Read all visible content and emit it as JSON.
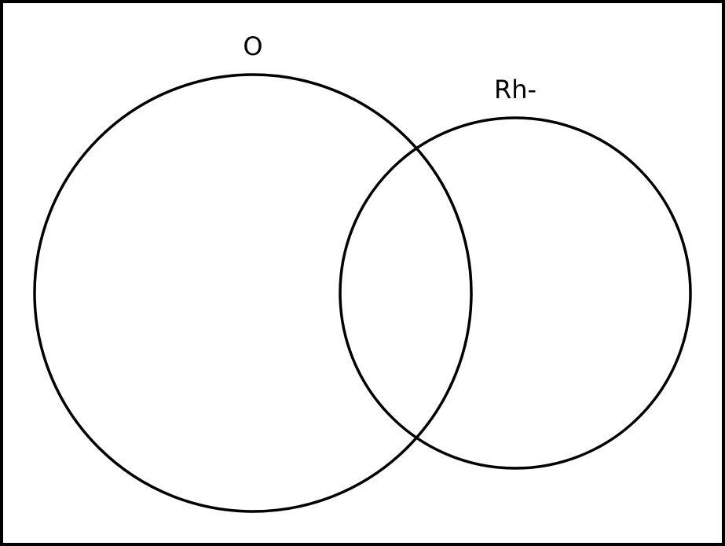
{
  "diagram": {
    "type": "venn",
    "sets": [
      {
        "id": "o",
        "label": "O"
      },
      {
        "id": "rh-neg",
        "label": "Rh-"
      }
    ],
    "colors": {
      "stroke": "#000000",
      "background": "#ffffff"
    }
  }
}
